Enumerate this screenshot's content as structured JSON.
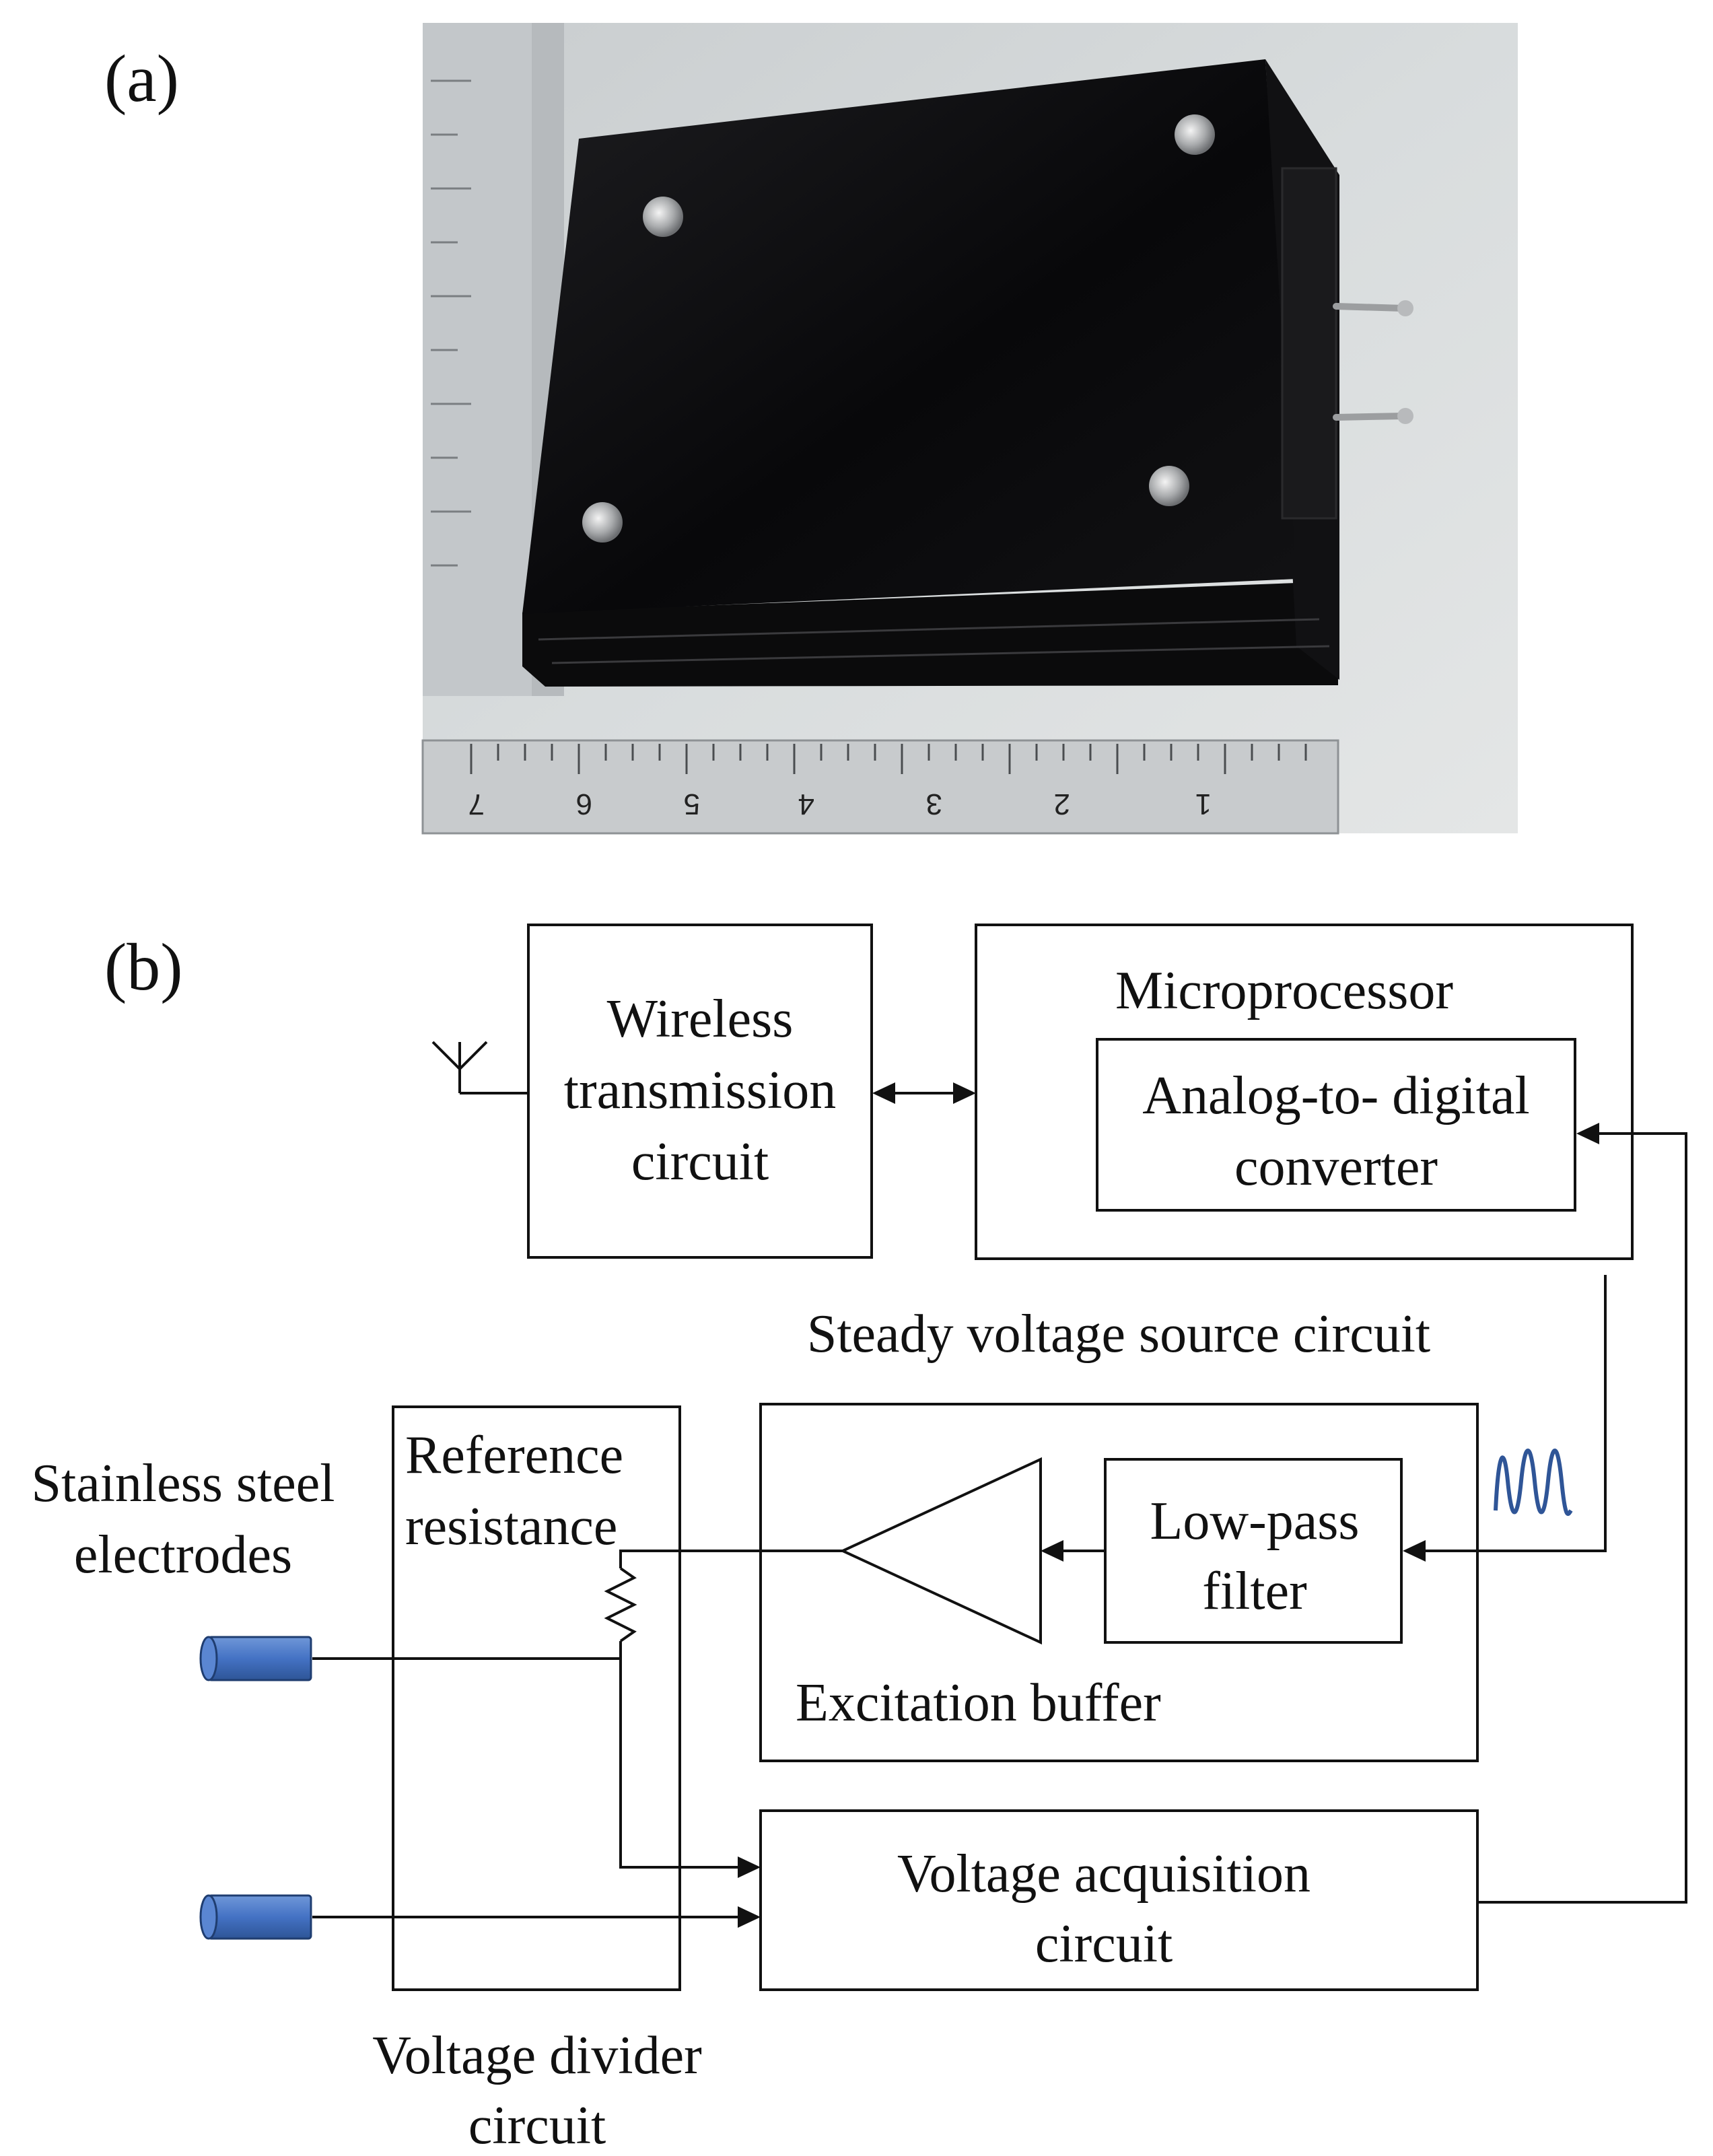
{
  "panel_a": {
    "label": "(a)",
    "photo": {
      "subject": "black-enclosure-device",
      "ruler_numbers": [
        "7",
        "6",
        "5",
        "4",
        "3",
        "2",
        "1"
      ]
    }
  },
  "panel_b": {
    "label": "(b)",
    "blocks": {
      "wireless": [
        "Wireless",
        "transmission",
        "circuit"
      ],
      "microprocessor": "Microprocessor",
      "adc": [
        "Analog-to- digital",
        "converter"
      ],
      "steady_source": "Steady voltage source circuit",
      "low_pass": [
        "Low-pass",
        "filter"
      ],
      "excitation_buffer": "Excitation buffer",
      "reference_resistance": [
        "Reference",
        "resistance"
      ],
      "electrodes": [
        "Stainless steel",
        "electrodes"
      ],
      "voltage_acquisition": [
        "Voltage acquisition",
        "circuit"
      ],
      "voltage_divider": [
        "Voltage divider",
        "circuit"
      ]
    },
    "colors": {
      "line": "#111111",
      "electrode": "#4472c4",
      "waveform": "#2f5597"
    },
    "icons": [
      "antenna-icon",
      "sine-wave-icon",
      "resistor-icon",
      "electrode-icon",
      "amplifier-triangle-icon"
    ]
  }
}
